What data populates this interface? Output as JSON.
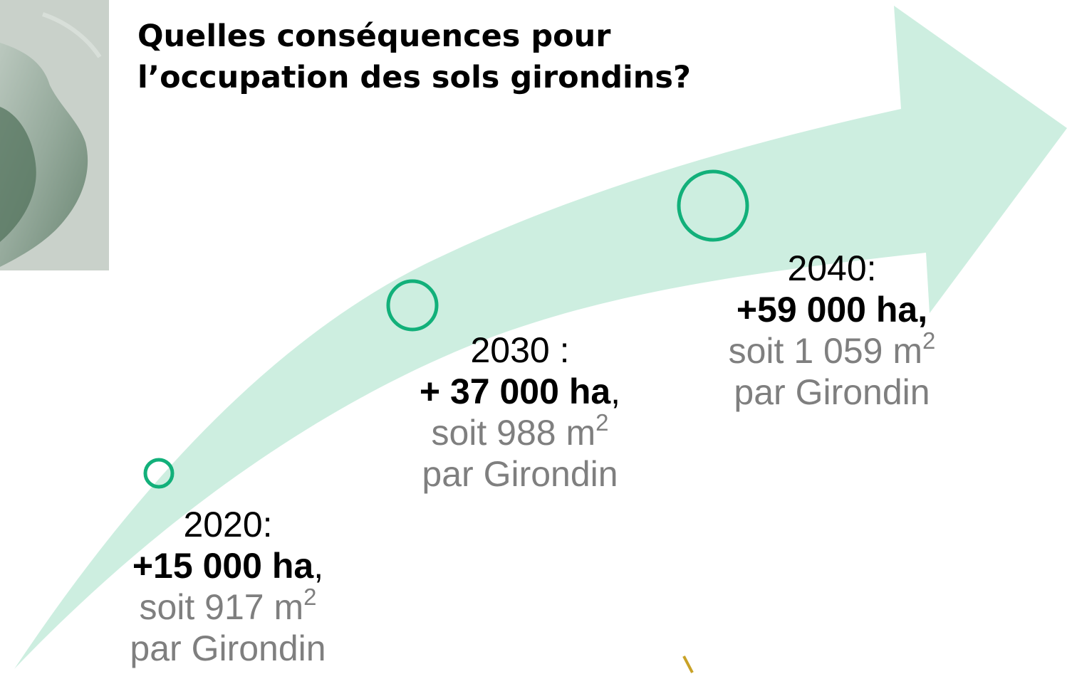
{
  "title": {
    "line1": "Quelles conséquences pour",
    "line2": "l’occupation des sols girondins?"
  },
  "colors": {
    "arrow": "#cdeee0",
    "circle_stroke": "#12b07a",
    "muted_text": "#7f7f7f"
  },
  "milestones": [
    {
      "year": "2020:",
      "gain": "+15 000 ha",
      "gain_suffix": ",",
      "per_capita_prefix": "soit 917 m",
      "per_capita_exp": "2",
      "per_capita_label": "par Girondin"
    },
    {
      "year": "2030 :",
      "gain": "+ 37 000 ha",
      "gain_suffix": ",",
      "per_capita_prefix": "soit 988 m",
      "per_capita_exp": "2",
      "per_capita_label": "par Girondin"
    },
    {
      "year": "2040:",
      "gain": "+59 000 ha,",
      "gain_suffix": "",
      "per_capita_prefix": "soit 1 059 m",
      "per_capita_exp": "2",
      "per_capita_label": "par Girondin"
    }
  ]
}
